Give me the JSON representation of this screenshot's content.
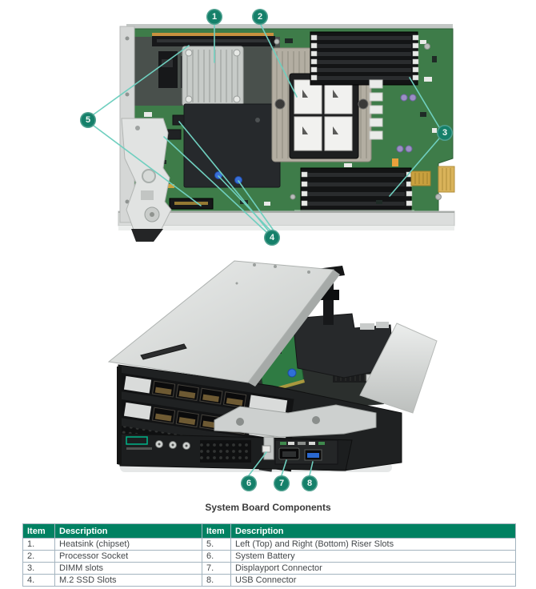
{
  "callouts": {
    "labels": [
      "1",
      "2",
      "3",
      "4",
      "5",
      "6",
      "7",
      "8"
    ]
  },
  "table": {
    "title": "System Board Components",
    "headers": [
      "Item",
      "Description",
      "Item",
      "Description"
    ],
    "rows": [
      [
        "1.",
        "Heatsink (chipset)",
        "5.",
        "Left (Top) and Right (Bottom) Riser Slots"
      ],
      [
        "2.",
        "Processor Socket",
        "6.",
        "System Battery"
      ],
      [
        "3.",
        "DIMM slots",
        "7.",
        "Displayport Connector"
      ],
      [
        "4.",
        "M.2 SSD Slots",
        "8.",
        "USB Connector"
      ]
    ]
  },
  "colors": {
    "callout_green": "#15806a",
    "leader_teal": "#6fcfbf",
    "table_header_green": "#018162",
    "table_border": "#a4b4bf",
    "hpe_logo_green": "#00b388",
    "pcb_green": "#3e7c49",
    "usb_blue": "#2a68d0"
  }
}
